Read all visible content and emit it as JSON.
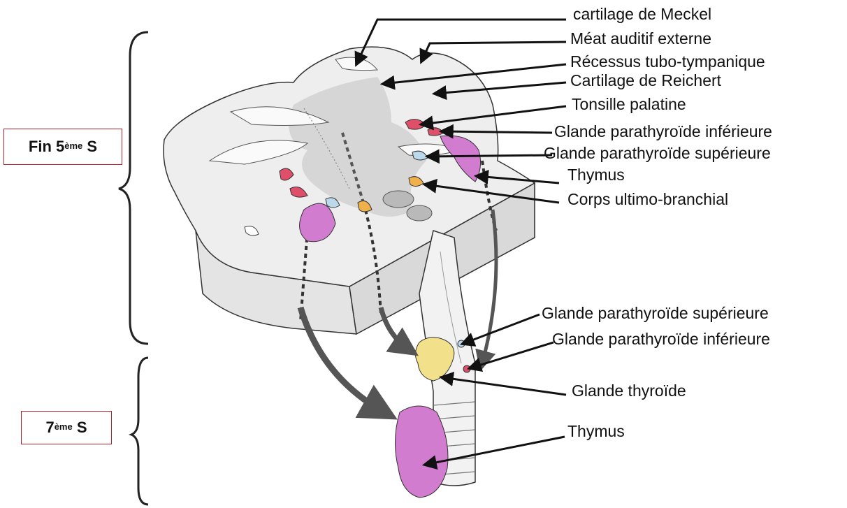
{
  "colors": {
    "tissue": "#eeeeee",
    "tissue_shade": "#d6d6d6",
    "outline": "#333333",
    "thymus": "#d27cd0",
    "parathyroid_red": "#df4f6a",
    "parathyroid_blue": "#bcd9ec",
    "ultimobranchial": "#f0b04a",
    "thyroid": "#f2e08a",
    "arrow": "#555555",
    "stage_border": "#b0202a"
  },
  "stages": {
    "week5": {
      "main": "Fin 5",
      "sup": "ème",
      "tail": " S"
    },
    "week7": {
      "main": "7",
      "sup": "ème",
      "tail": " S"
    }
  },
  "labels": {
    "meckel": "cartilage de Meckel",
    "meatus": "Méat auditif externe",
    "recess": "Récessus tubo-tympanique",
    "reichert": "Cartilage de Reichert",
    "tonsil": "Tonsille palatine",
    "parathyroid_inf_top": "Glande parathyroïde inférieure",
    "parathyroid_sup_top": "Glande parathyroïde supérieure",
    "thymus_top": "Thymus",
    "ultimobranchial": "Corps ultimo-branchial",
    "parathyroid_sup_bottom": "Glande parathyroïde supérieure",
    "parathyroid_inf_bottom": "Glande parathyroïde inférieure",
    "thyroid": "Glande thyroïde",
    "thymus_bottom": "Thymus"
  }
}
